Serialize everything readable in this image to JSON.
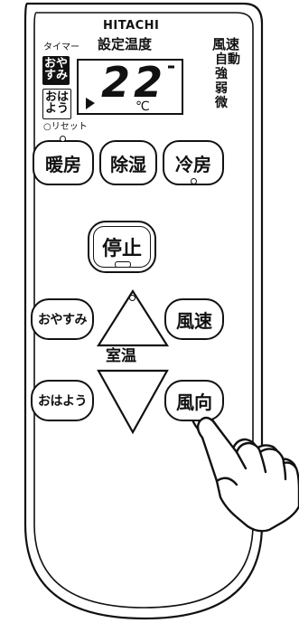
{
  "remote": {
    "brand": "HITACHI",
    "timer_label": "タイマー",
    "set_temp_label": "設定温度",
    "fan_label": "風速",
    "fan_modes": [
      "自動",
      "強",
      "弱",
      "微"
    ],
    "oyasumi_indicator": [
      "おや",
      "すみ"
    ],
    "ohayou_indicator": [
      "おは",
      "よう"
    ],
    "reset_label": "○リセット",
    "temperature": "22",
    "temperature_unit": "℃"
  },
  "buttons": {
    "heating": "暖房",
    "dehumidify": "除湿",
    "cooling": "冷房",
    "stop": "停止",
    "oyasumi": "おやすみ",
    "fan_speed": "風速",
    "room_temp": "室温",
    "ohayou": "おはよう",
    "wind_direction": "風向"
  },
  "colors": {
    "line": "#111111",
    "background": "#ffffff"
  }
}
